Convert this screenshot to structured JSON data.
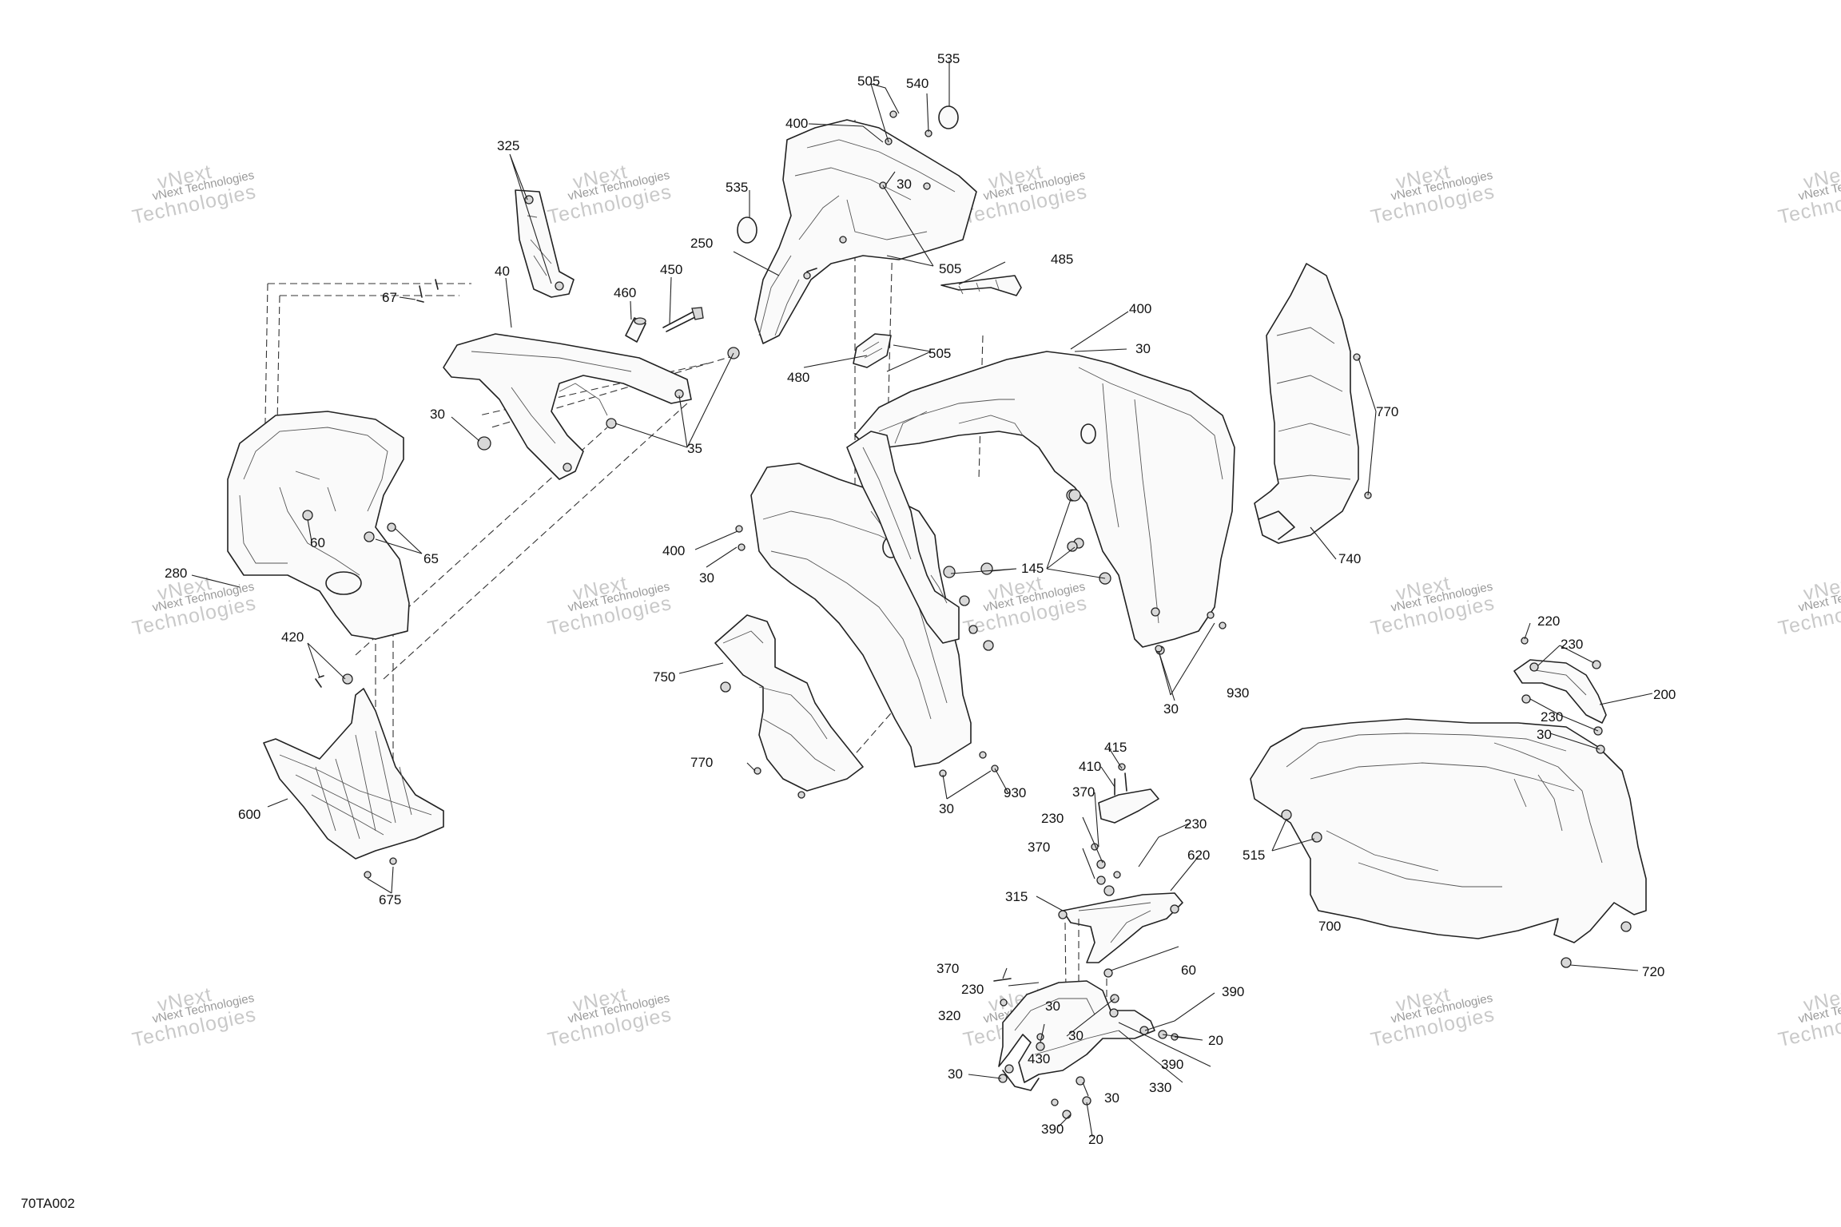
{
  "document": {
    "figure_code": "70TA002",
    "watermark": {
      "line1": "vNext Technologies",
      "line2a": "vNext",
      "line2b": "Technologies"
    }
  },
  "callouts": {
    "c325": "325",
    "c40": "40",
    "c67": "67",
    "c460": "460",
    "c450": "450",
    "c30_a": "30",
    "c35": "35",
    "c60_a": "60",
    "c65": "65",
    "c280": "280",
    "c420": "420",
    "c600": "600",
    "c675": "675",
    "c505_a": "505",
    "c540": "540",
    "c535_a": "535",
    "c400_a": "400",
    "c535_b": "535",
    "c30_b": "30",
    "c250": "250",
    "c505_b": "505",
    "c485": "485",
    "c400_b": "400",
    "c30_c": "30",
    "c505_c": "505",
    "c480": "480",
    "c400_c": "400",
    "c30_d": "30",
    "c145": "145",
    "c750": "750",
    "c770_a": "770",
    "c30_e": "30",
    "c930_a": "930",
    "c30_f": "30",
    "c930_b": "930",
    "c770_b": "770",
    "c740": "740",
    "c220": "220",
    "c230_a": "230",
    "c200": "200",
    "c230_b": "230",
    "c30_g": "30",
    "c515": "515",
    "c700": "700",
    "c720": "720",
    "c415": "415",
    "c410": "410",
    "c370_a": "370",
    "c230_c": "230",
    "c230_d": "230",
    "c370_b": "370",
    "c620": "620",
    "c315": "315",
    "c60_b": "60",
    "c370_c": "370",
    "c230_e": "230",
    "c320": "320",
    "c30_h": "30",
    "c30_i": "30",
    "c430": "430",
    "c390_a": "390",
    "c20_a": "20",
    "c390_b": "390",
    "c30_j": "30",
    "c330": "330",
    "c30_k": "30",
    "c390_c": "390",
    "c20_b": "20"
  }
}
